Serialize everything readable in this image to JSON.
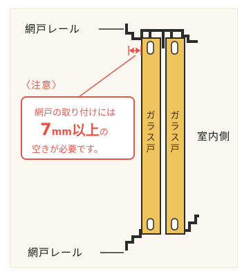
{
  "labels": {
    "rail_top": "網戸レール",
    "rail_bottom": "網戸レール",
    "room_side": "室内側",
    "glass_left": "ガラス戸",
    "glass_right": "ガラス戸"
  },
  "note": {
    "title": "〈注意〉",
    "line1": "網戸の取り付けには",
    "measure_num": "7",
    "measure_unit": "mm",
    "measure_word": "以上",
    "measure_suffix": "の",
    "line3": "空きが必要です。"
  },
  "colors": {
    "accent": "#e6554a",
    "glass_panel": "#f0c45c",
    "rail": "#2b2b2b"
  }
}
